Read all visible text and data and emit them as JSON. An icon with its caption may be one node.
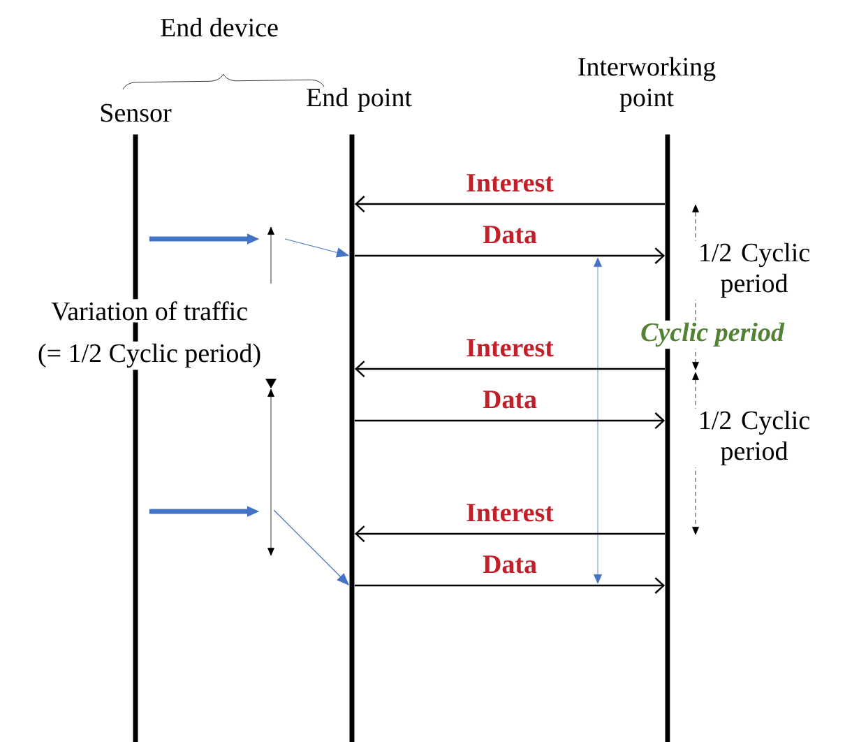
{
  "diagram": {
    "nodes": [
      {
        "text": [
          "Sensor"
        ]
      },
      {
        "text": [
          "End point"
        ]
      },
      {
        "text": [
          "Interworking point"
        ]
      }
    ],
    "edges": [
      {
        "from": 2,
        "to": 1,
        "arrow": "to",
        "label": "Interest"
      },
      {
        "from": 1,
        "to": 2,
        "arrow": "to",
        "label": "Data"
      },
      {
        "from": 2,
        "to": 1,
        "arrow": "to",
        "label": "Interest"
      },
      {
        "from": 1,
        "to": 2,
        "arrow": "to",
        "label": "Data"
      },
      {
        "from": 2,
        "to": 1,
        "arrow": "to",
        "label": "Interest"
      },
      {
        "from": 1,
        "to": 2,
        "arrow": "to",
        "label": "Data"
      },
      {
        "from": 0,
        "to": null,
        "arrow": "to",
        "style": "thick",
        "color": "#4472c4"
      },
      {
        "from": null,
        "to": 1,
        "arrow": "to",
        "color": "#4472c4"
      },
      {
        "from": 0,
        "to": null,
        "arrow": "to",
        "style": "thick",
        "color": "#4472c4"
      },
      {
        "from": null,
        "to": 1,
        "arrow": "to",
        "color": "#4472c4"
      }
    ],
    "labels": [
      "End device",
      "Variation of traffic",
      "(= 1/2 Cyclic period)",
      "1/2 Cyclic period",
      "Cyclic period",
      "1/2 Cyclic period"
    ]
  }
}
